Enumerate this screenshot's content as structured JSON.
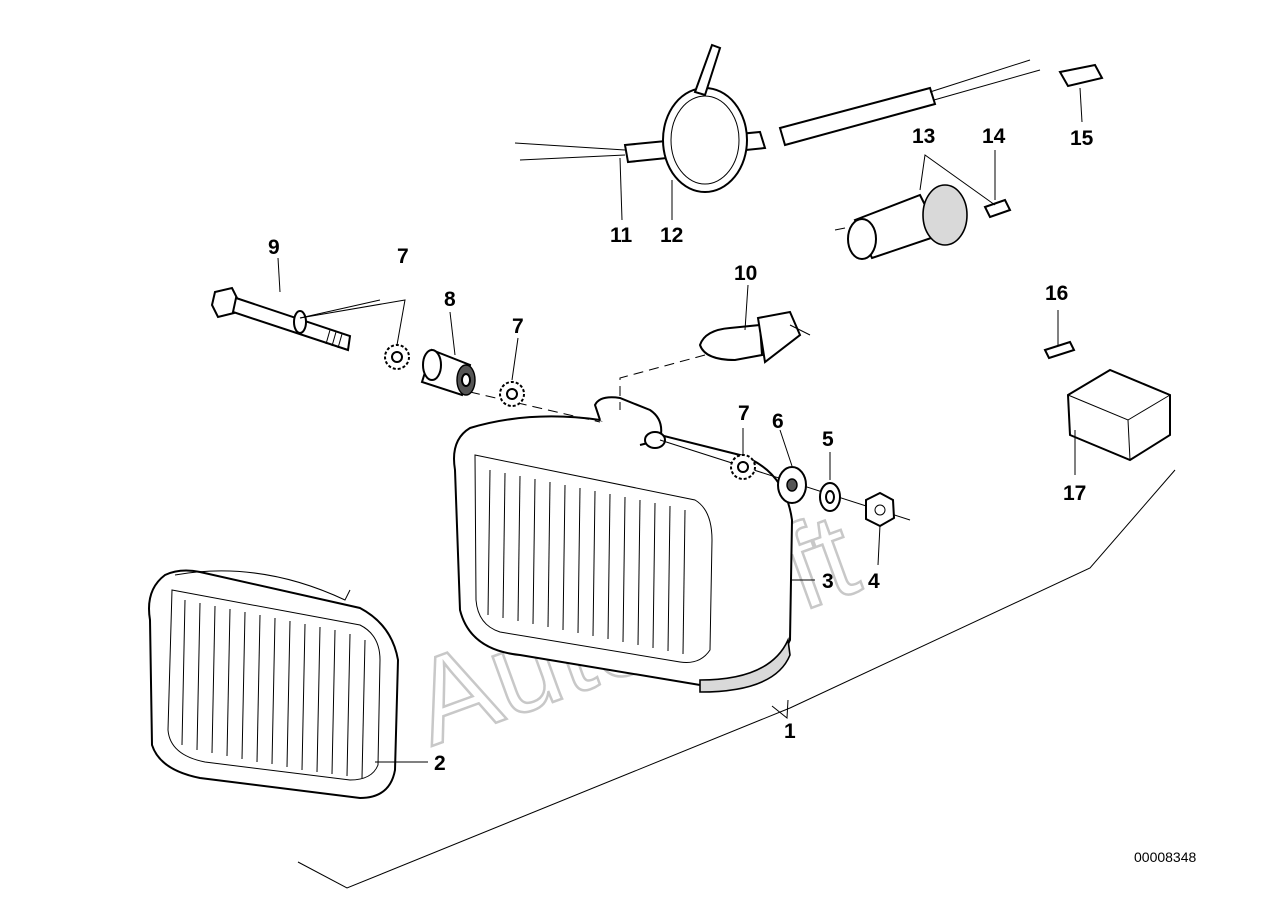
{
  "watermark": "AutoSoft",
  "document_id": "00008348",
  "callouts": [
    {
      "id": "c1",
      "label": "1"
    },
    {
      "id": "c2",
      "label": "2"
    },
    {
      "id": "c3",
      "label": "3"
    },
    {
      "id": "c4",
      "label": "4"
    },
    {
      "id": "c5",
      "label": "5"
    },
    {
      "id": "c6",
      "label": "6"
    },
    {
      "id": "c7a",
      "label": "7"
    },
    {
      "id": "c7b",
      "label": "7"
    },
    {
      "id": "c7c",
      "label": "7"
    },
    {
      "id": "c8",
      "label": "8"
    },
    {
      "id": "c9",
      "label": "9"
    },
    {
      "id": "c10",
      "label": "10"
    },
    {
      "id": "c11",
      "label": "11"
    },
    {
      "id": "c12",
      "label": "12"
    },
    {
      "id": "c13",
      "label": "13"
    },
    {
      "id": "c14",
      "label": "14"
    },
    {
      "id": "c15",
      "label": "15"
    },
    {
      "id": "c16",
      "label": "16"
    },
    {
      "id": "c17",
      "label": "17"
    }
  ]
}
